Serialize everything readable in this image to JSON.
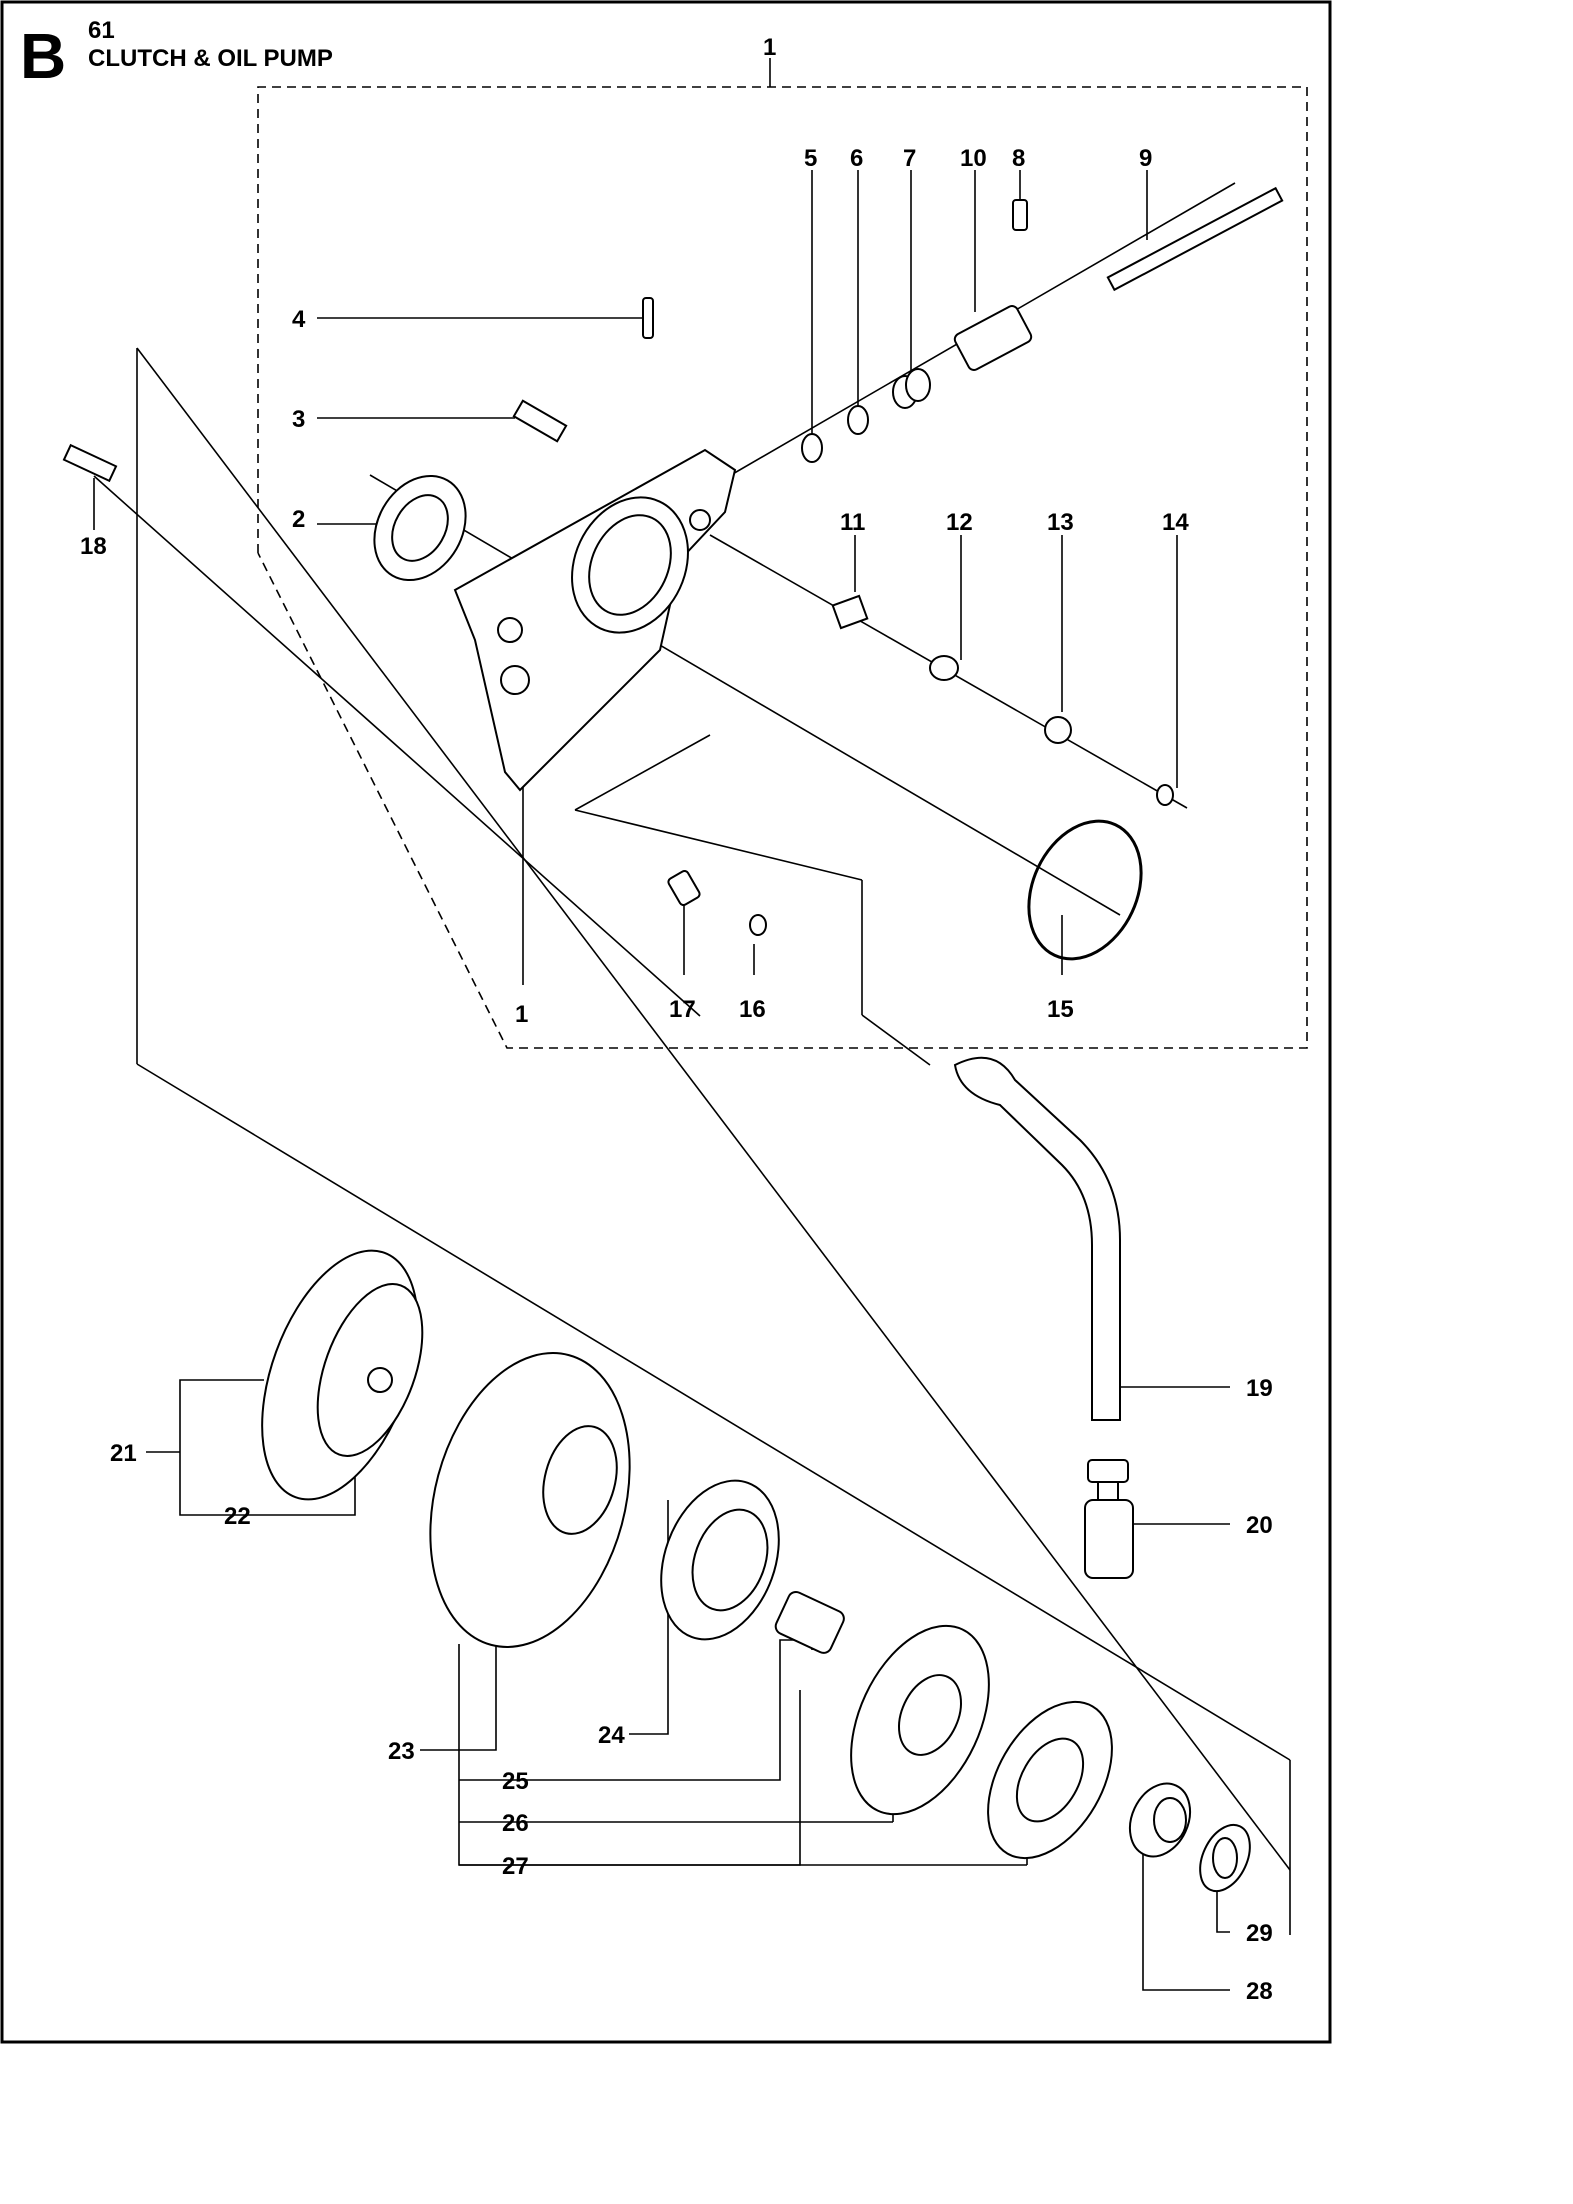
{
  "header": {
    "section_letter": "B",
    "section_number": "61",
    "section_title": "CLUTCH & OIL PUMP"
  },
  "callouts": {
    "c1_top": "1",
    "c1_bottom": "1",
    "c2": "2",
    "c3": "3",
    "c4": "4",
    "c5": "5",
    "c6": "6",
    "c7": "7",
    "c8": "8",
    "c9": "9",
    "c10": "10",
    "c11": "11",
    "c12": "12",
    "c13": "13",
    "c14": "14",
    "c15": "15",
    "c16": "16",
    "c17": "17",
    "c18": "18",
    "c19": "19",
    "c20": "20",
    "c21": "21",
    "c22": "22",
    "c23": "23",
    "c24": "24",
    "c25": "25",
    "c26": "26",
    "c27": "27",
    "c28": "28",
    "c29": "29"
  }
}
